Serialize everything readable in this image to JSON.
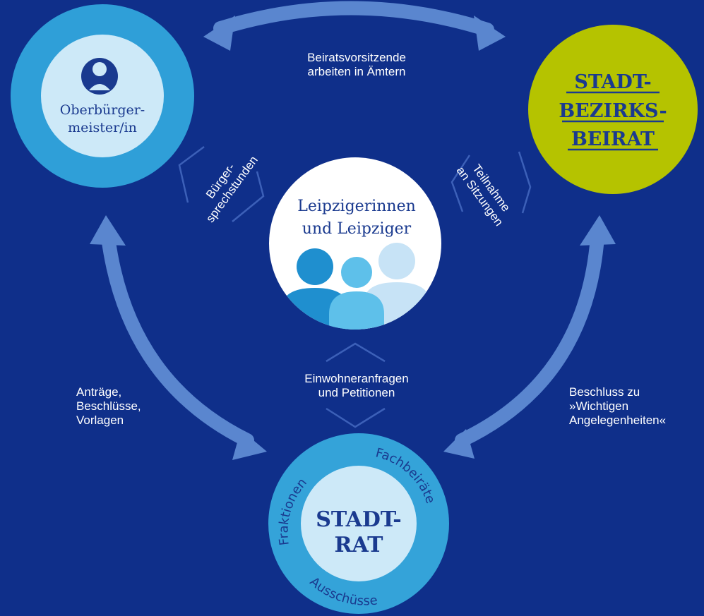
{
  "colors": {
    "background": "#0f2f8a",
    "arrow": "#5a86cf",
    "mayor_outer": "#2f9fd8",
    "mayor_inner": "#cde9f8",
    "district_council": "#b5c300",
    "city_council_outer": "#34a3d9",
    "city_council_inner": "#cde9f8",
    "citizens": "#ffffff",
    "heading_text": "#1a3a8f"
  },
  "nodes": {
    "mayor": {
      "label_line1": "Oberbürger-",
      "label_line2": "meister/in",
      "icon": "person-icon"
    },
    "district_council": {
      "line1": "STADT-",
      "line2": "BEZIRKS-",
      "line3": "BEIRAT"
    },
    "citizens": {
      "line1": "Leipzigerinnen",
      "line2": "und Leipziger",
      "icon": "group-of-people-icon"
    },
    "city_council": {
      "line1": "STADT-",
      "line2": "RAT",
      "ring_labels": {
        "left": "Fraktionen",
        "right": "Fachbeiräte",
        "bottom": "Ausschüsse"
      }
    }
  },
  "edges": {
    "top": {
      "line1": "Beiratsvorsitzende",
      "line2": "arbeiten in Ämtern"
    },
    "left": {
      "line1": "Anträge,",
      "line2": "Beschlüsse,",
      "line3": "Vorlagen"
    },
    "right": {
      "line1": "Beschluss zu",
      "line2": "»Wichtigen",
      "line3": "Angelegenheiten«"
    }
  },
  "citizen_links": {
    "mayor": {
      "line1": "Bürger-",
      "line2": "sprechstunden"
    },
    "district": {
      "line1": "Teilnahme",
      "line2": "an Sitzungen"
    },
    "council": {
      "line1": "Einwohneranfragen",
      "line2": "und Petitionen"
    }
  }
}
